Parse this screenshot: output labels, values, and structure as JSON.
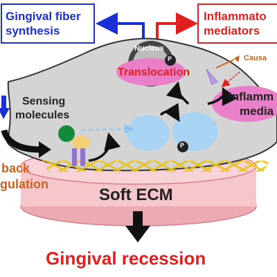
{
  "top_boxes": {
    "left_line1": "Gingival fiber",
    "left_line2": "synthesis",
    "right_line1": "Inflammato",
    "right_line2": "mediators"
  },
  "cell": {
    "nucleus_label": "Nucleus",
    "phospho_label": "P",
    "translocation_label": "Translocation",
    "causal_label": "Causa",
    "inflamm_line1": "Inflamm",
    "inflamm_line2": "media",
    "sensing_line1": "Sensing",
    "sensing_line2": "molecules"
  },
  "feedback": {
    "line1": "back",
    "line2": "gulation"
  },
  "ecm_label": "Soft ECM",
  "outcome_label": "Gingival recession",
  "colors": {
    "blue": "#1a2fd6",
    "red": "#e02020",
    "orange": "#c8641e",
    "cell_fill": "#d4d4d4",
    "ecm_fill": "#f5c6cc",
    "pink": "#e87fc8",
    "light_blue": "#a9d3f2",
    "green": "#138a3a",
    "yellow": "#f3cf73",
    "purple": "#8f73c6"
  }
}
